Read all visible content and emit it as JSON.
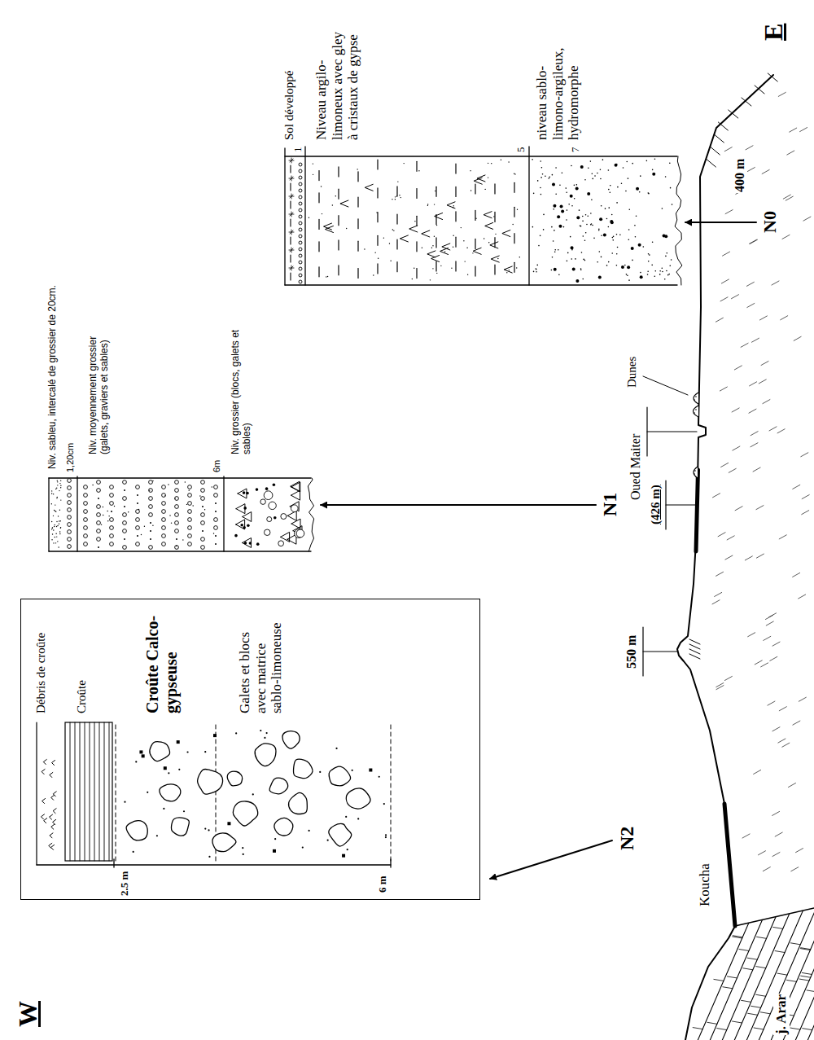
{
  "diagram": {
    "nodes": [
      {
        "text": [
          "Débris de croûte",
          "Croûte",
          "Croûte Calco-gypseuse",
          "Galets et blocs avec matrice sablo-limoneuse",
          "2.5 m",
          "6 m"
        ]
      }
    ],
    "labels": [
      "W",
      "E",
      "N1",
      "N0",
      "N2",
      "Koucha",
      "j. Arar",
      "550 m",
      "(426 m)",
      "Oued Maiter",
      "Dunes",
      "400 m",
      "Niv. sableu, intercalé de grossier de 20cm.",
      "1,20cm",
      "Niv. moyennement grossier (galets, graviers et sables)",
      "6m",
      "Niv. grossier (blocs, galets et sables)",
      "Sol développé",
      "1",
      "Niveau argilo-limoneux avec gley à cristaux de gypse",
      "5",
      "niveau sablo-limono-argileux, hydromorphe",
      "7"
    ]
  }
}
